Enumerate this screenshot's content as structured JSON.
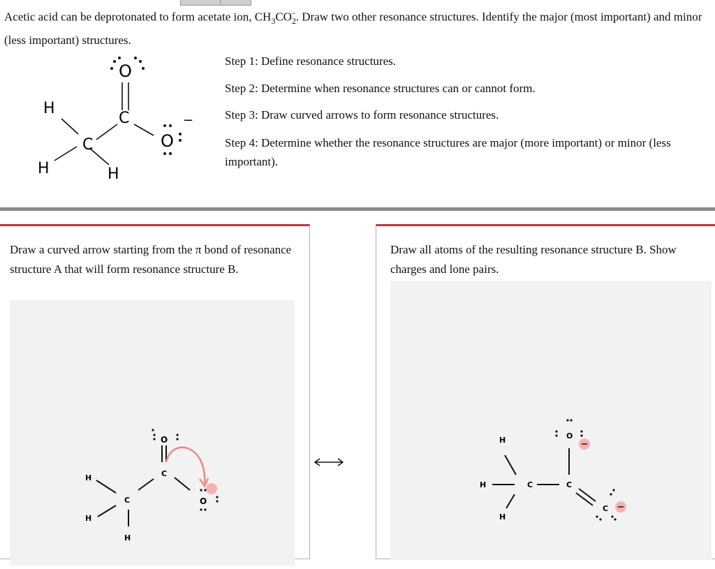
{
  "question": {
    "text_a": "Acetic acid can be deprotonated to form acetate ion, CH",
    "sub1": "3",
    "text_b": "CO",
    "sub2": "2",
    "sup": "−",
    "text_c": ". Draw two other resonance structures. Identify the major (most important) and minor (less important) structures."
  },
  "steps": [
    "Step 1: Define resonance structures.",
    "Step 2: Determine when resonance structures can or cannot form.",
    "Step 3: Draw curved arrows to form resonance structures.",
    "Step 4: Determine whether the resonance structures are major (more important) or minor (less important)."
  ],
  "molecule_top": {
    "O": "O",
    "C": "C",
    "H": "H",
    "charge": "−"
  },
  "panel_a": {
    "instruction": "Draw a curved arrow starting from the π bond of resonance structure A that will form resonance structure B.",
    "atoms": {
      "O": "O",
      "C": "C",
      "H": "H"
    }
  },
  "panel_b": {
    "instruction": "Draw all atoms of the resulting resonance structure B. Show charges and lone pairs.",
    "atoms": {
      "O": "O",
      "C": "C",
      "H": "H"
    }
  },
  "resonance_arrow": "⟷",
  "colors": {
    "panel_border_accent": "#b93a3a",
    "canvas_bg": "#f2f2f2",
    "highlight": "#f4a6a6",
    "arrow": "#e88a8a"
  }
}
